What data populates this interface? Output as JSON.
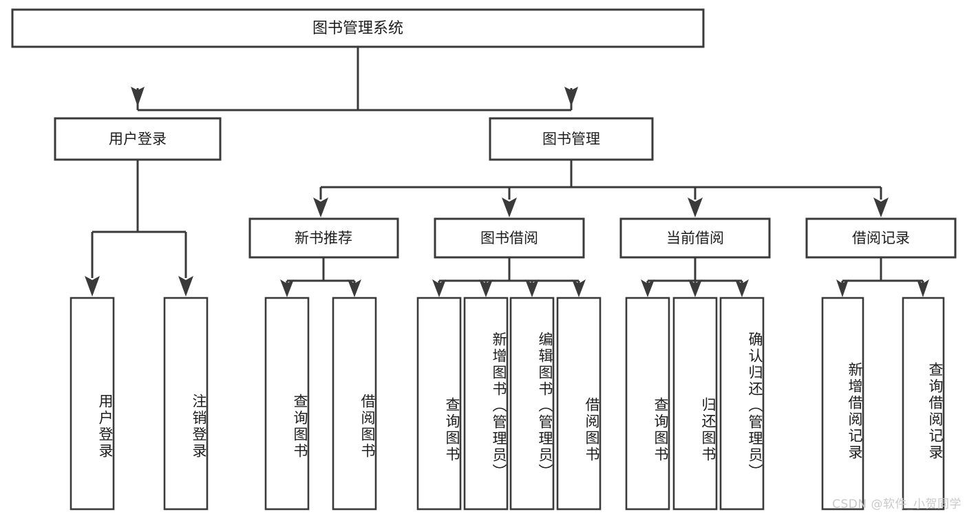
{
  "diagram": {
    "title": "图书管理系统",
    "type": "tree-hierarchy",
    "orientation": "top-down",
    "colors": {
      "stroke": "#3a3a3a",
      "fill": "#ffffff",
      "text": "#1d1d1d",
      "watermark": "#c9c9c9"
    },
    "root": {
      "label": "图书管理系统"
    },
    "level1": [
      {
        "id": "user-login",
        "label": "用户登录"
      },
      {
        "id": "book-management",
        "label": "图书管理"
      }
    ],
    "level2": [
      {
        "id": "new-book-recommend",
        "label": "新书推荐",
        "parent": "book-management"
      },
      {
        "id": "book-borrow",
        "label": "图书借阅",
        "parent": "book-management"
      },
      {
        "id": "current-borrow",
        "label": "当前借阅",
        "parent": "book-management"
      },
      {
        "id": "borrow-record",
        "label": "借阅记录",
        "parent": "book-management"
      }
    ],
    "leaves": {
      "user-login": [
        {
          "id": "leaf-user-login",
          "label": "用户登录"
        },
        {
          "id": "leaf-logout",
          "label": "注销登录"
        }
      ],
      "new-book-recommend": [
        {
          "id": "leaf-query-book-1",
          "label": "查询图书"
        },
        {
          "id": "leaf-borrow-book-1",
          "label": "借阅图书"
        }
      ],
      "book-borrow": [
        {
          "id": "leaf-query-book-2",
          "label": "查询图书"
        },
        {
          "id": "leaf-add-book",
          "label": "新增图书（管理员）"
        },
        {
          "id": "leaf-edit-book",
          "label": "编辑图书（管理员）"
        },
        {
          "id": "leaf-borrow-book-2",
          "label": "借阅图书"
        }
      ],
      "current-borrow": [
        {
          "id": "leaf-query-book-3",
          "label": "查询图书"
        },
        {
          "id": "leaf-return-book",
          "label": "归还图书"
        },
        {
          "id": "leaf-confirm-return",
          "label": "确认归还（管理员）"
        }
      ],
      "borrow-record": [
        {
          "id": "leaf-add-record",
          "label": "新增借阅记录"
        },
        {
          "id": "leaf-query-record",
          "label": "查询借阅记录"
        }
      ]
    }
  },
  "watermark": {
    "text": "CSDN @软件_小贺同学"
  }
}
